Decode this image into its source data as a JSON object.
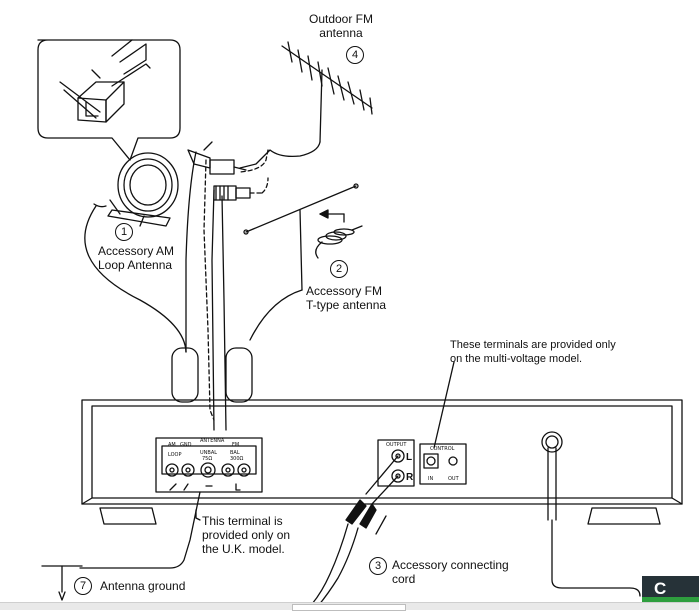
{
  "labels": {
    "outdoor_fm_line1": "Outdoor FM",
    "outdoor_fm_line2": "antenna",
    "am_loop_line1": "Accessory AM",
    "am_loop_line2": "Loop Antenna",
    "fm_t_line1": "Accessory FM",
    "fm_t_line2": "T-type antenna",
    "multi_voltage_line1": "These terminals are provided only",
    "multi_voltage_line2": "on the multi-voltage model.",
    "uk_line1": "This terminal is",
    "uk_line2": "provided only on",
    "uk_line3": "the U.K. model.",
    "cord_line1": "Accessory connecting",
    "cord_line2": "cord",
    "ground": "Antenna ground"
  },
  "numbers": {
    "n1": "1",
    "n2": "2",
    "n3": "3",
    "n4": "4",
    "n7": "7"
  },
  "panel": {
    "am": "AM",
    "gnd": "GND",
    "antenna": "ANTENNA",
    "fm": "FM",
    "loop": "LOOP",
    "unbal": "UNBAL",
    "bal": "BAL",
    "ohm75": "75Ω",
    "ohm300": "300Ω",
    "output": "OUTPUT",
    "control": "CONTROL",
    "in": "IN",
    "out": "OUT",
    "l": "L",
    "r": "R"
  },
  "corner_text": "C"
}
